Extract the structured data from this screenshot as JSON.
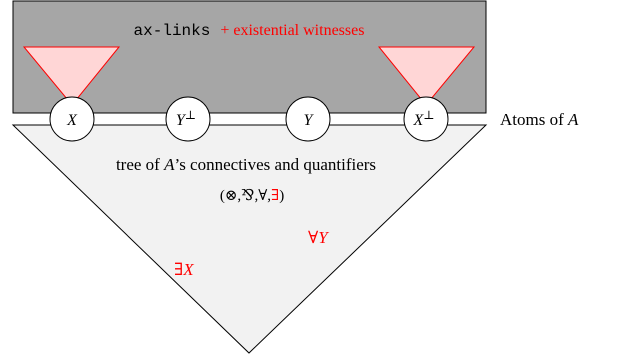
{
  "header": {
    "ax_links_label": "ax-links",
    "plus_witnesses_label": "+ existential witnesses"
  },
  "atoms": {
    "labels": [
      "X",
      "Y",
      "Y",
      "X"
    ],
    "superscripts": [
      "",
      "⊥",
      "",
      "⊥"
    ],
    "side_label_prefix": "Atoms of ",
    "side_label_var": "A"
  },
  "tree": {
    "caption_prefix": "tree of ",
    "caption_var": "A",
    "caption_suffix": "’s connectives and quantifiers",
    "connectives_open": "(",
    "connectives_black": "⊗,⅋,∀,",
    "connectives_red": "∃",
    "connectives_close": ")",
    "forall_symbol": "∀",
    "forall_var": "Y",
    "exists_symbol": "∃",
    "exists_var": "X"
  },
  "colors": {
    "gray_box": "#a6a6a6",
    "tree_fill": "#f2f2f2",
    "witness_fill": "#ffd6d6",
    "accent_red": "#ff0000",
    "stroke": "#000000"
  }
}
